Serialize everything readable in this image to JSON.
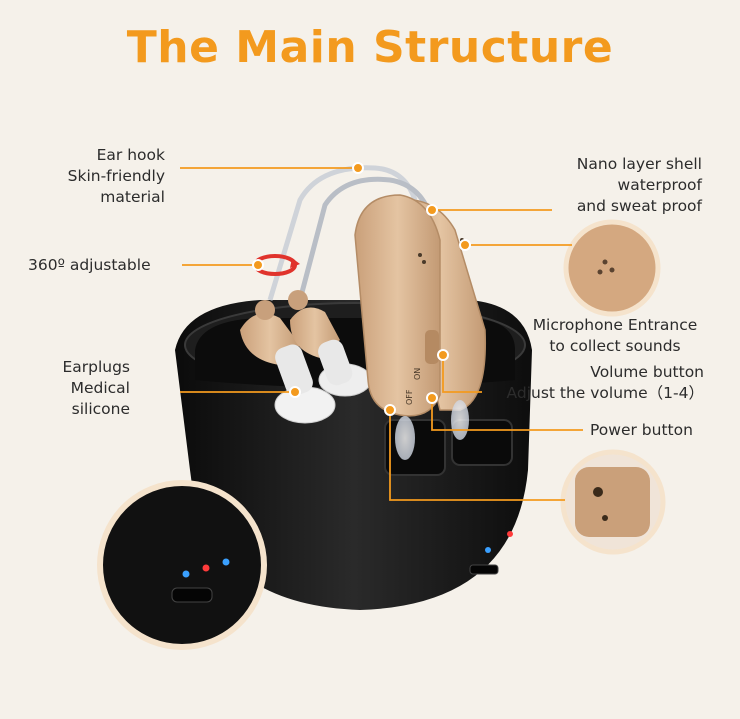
{
  "title": "The Main Structure",
  "colors": {
    "accent": "#f39a1e",
    "background": "#f5f1ea",
    "case": "#151515",
    "device": "#d9b08a"
  },
  "labels": {
    "ear_hook": [
      "Ear hook",
      "Skin-friendly",
      "material"
    ],
    "adjustable": "360º adjustable",
    "earplugs": [
      "Earplugs",
      "Medical",
      "silicone"
    ],
    "shell": [
      "Nano layer shell",
      "waterproof",
      "and sweat proof"
    ],
    "microphone": [
      "Microphone Entrance",
      "to collect sounds"
    ],
    "volume": [
      "Volume button",
      "Adjust the volume（1-4）"
    ],
    "power": "Power button"
  },
  "device_markings": {
    "off": "OFF",
    "on": "ON"
  }
}
